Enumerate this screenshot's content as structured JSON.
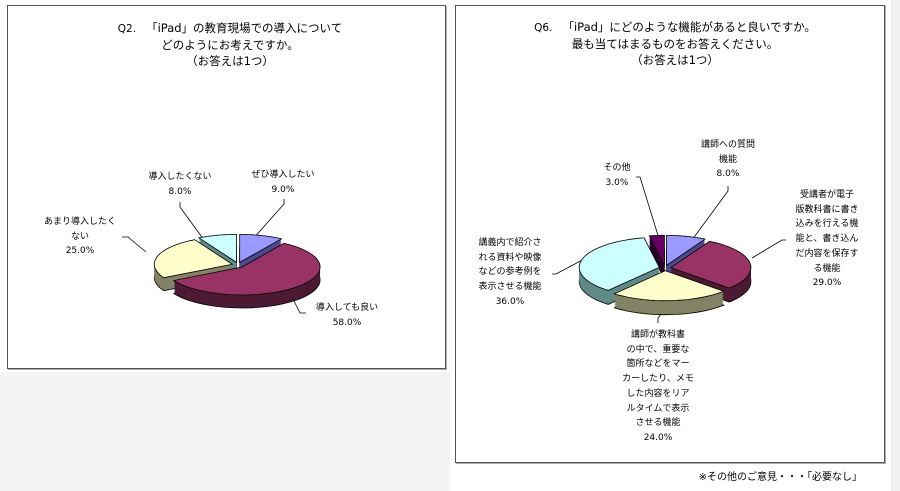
{
  "chart_data": [
    {
      "type": "pie",
      "title_prefix": "Q2.",
      "title_lines": [
        "「iPad」の教育現場での導入について",
        "どのようにお考えですか。",
        "（お答えは1つ）"
      ],
      "slices": [
        {
          "label_lines": [
            "ぜひ導入したい"
          ],
          "value": 9.0,
          "value_label": "9.0%",
          "color": "#9999ff",
          "side": "#4b4b8c"
        },
        {
          "label_lines": [
            "導入しても良い"
          ],
          "value": 58.0,
          "value_label": "58.0%",
          "color": "#993366",
          "side": "#4c1a33"
        },
        {
          "label_lines": [
            "あまり導入したく",
            "ない"
          ],
          "value": 25.0,
          "value_label": "25.0%",
          "color": "#ffffcc",
          "side": "#828264"
        },
        {
          "label_lines": [
            "導入したくない"
          ],
          "value": 8.0,
          "value_label": "8.0%",
          "color": "#ccffff",
          "side": "#5f8a88"
        }
      ]
    },
    {
      "type": "pie",
      "title_prefix": "Q6.",
      "title_lines": [
        "「iPad」にどのような機能があると良いですか。",
        "最も当てはまるものをお答えください。",
        "（お答えは1つ）"
      ],
      "slices": [
        {
          "label_lines": [
            "講師への質問",
            "機能"
          ],
          "value": 8.0,
          "value_label": "8.0%",
          "color": "#9999ff",
          "side": "#4b4b8c"
        },
        {
          "label_lines": [
            "受講者が電子",
            "版教科書に書き",
            "込みを行える機",
            "能と、書き込ん",
            "だ内容を保存す",
            "る機能"
          ],
          "value": 29.0,
          "value_label": "29.0%",
          "color": "#993366",
          "side": "#4c1a33"
        },
        {
          "label_lines": [
            "講師が教科書",
            "の中で、重要な",
            "箇所などをマー",
            "カーしたり、メモ",
            "した内容をリア",
            "ルタイムで表示",
            "させる機能"
          ],
          "value": 24.0,
          "value_label": "24.0%",
          "color": "#ffffcc",
          "side": "#828264"
        },
        {
          "label_lines": [
            "講義内で紹介さ",
            "れる資料や映像",
            "などの参考例を",
            "表示させる機能"
          ],
          "value": 36.0,
          "value_label": "36.0%",
          "color": "#ccffff",
          "side": "#5f8a88"
        },
        {
          "label_lines": [
            "その他"
          ],
          "value": 3.0,
          "value_label": "3.0%",
          "color": "#660066",
          "side": "#2a002a"
        }
      ],
      "footnote": "※その他のご意見・・・「必要なし」"
    }
  ]
}
